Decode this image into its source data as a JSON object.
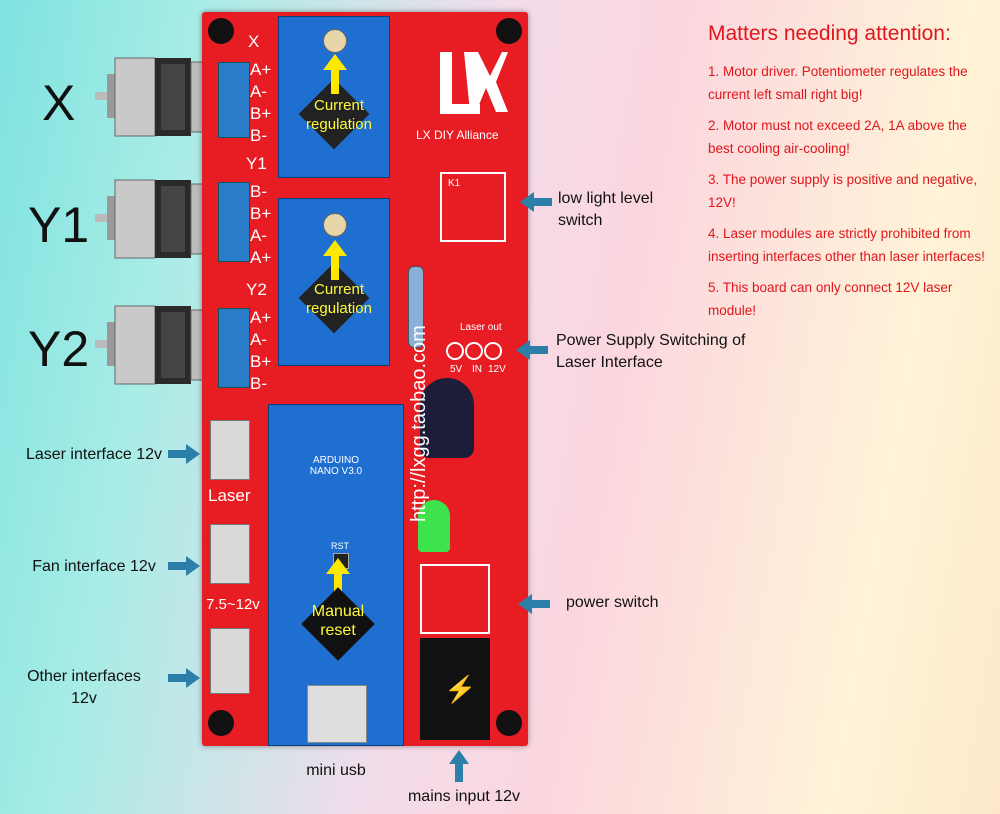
{
  "motors": {
    "x": "X",
    "y1": "Y1",
    "y2": "Y2"
  },
  "board": {
    "axis_x": "X",
    "axis_y1": "Y1",
    "axis_y2": "Y2",
    "pins_x": [
      "A+",
      "A-",
      "B+",
      "B-"
    ],
    "pins_y1": [
      "B-",
      "B+",
      "A-",
      "A+"
    ],
    "pins_y2": [
      "A+",
      "A-",
      "B+",
      "B-"
    ],
    "logo_text": "LX DIY Alliance",
    "url_text": "http://lxgg.taobao.com",
    "laser_out": "Laser out",
    "laser_pins": [
      "5V",
      "IN",
      "12V"
    ],
    "laser_label": "Laser",
    "volt_label": "7.5~12v",
    "nano_title": "ARDUINO NANO V3.0",
    "rst": "RST",
    "k1": "K1"
  },
  "callouts": {
    "current_1": "Current regulation",
    "current_2": "Current regulation",
    "manual_reset": "Manual reset"
  },
  "annotations": {
    "low_light": "low light level switch",
    "power_switching": "Power Supply Switching of Laser Interface",
    "laser_interface": "Laser interface 12v",
    "fan_interface": "Fan interface 12v",
    "other_interfaces": "Other interfaces 12v",
    "power_switch": "power switch",
    "mini_usb": "mini usb",
    "mains_input": "mains input 12v"
  },
  "notes": {
    "title": "Matters needing attention:",
    "items": [
      "1. Motor driver. Potentiometer regulates the current left small right big!",
      "2. Motor must not exceed 2A, 1A above the best cooling air-cooling!",
      "3. The power supply is positive and negative, 12V!",
      "4. Laser modules are strictly prohibited from inserting interfaces other than laser interfaces!",
      "5. This board can only connect 12V laser module!"
    ]
  },
  "colors": {
    "board": "#e81d24",
    "note_text": "#e0161d",
    "arrow_blue": "#2b7fa8",
    "callout_yellow": "#ffe800"
  }
}
